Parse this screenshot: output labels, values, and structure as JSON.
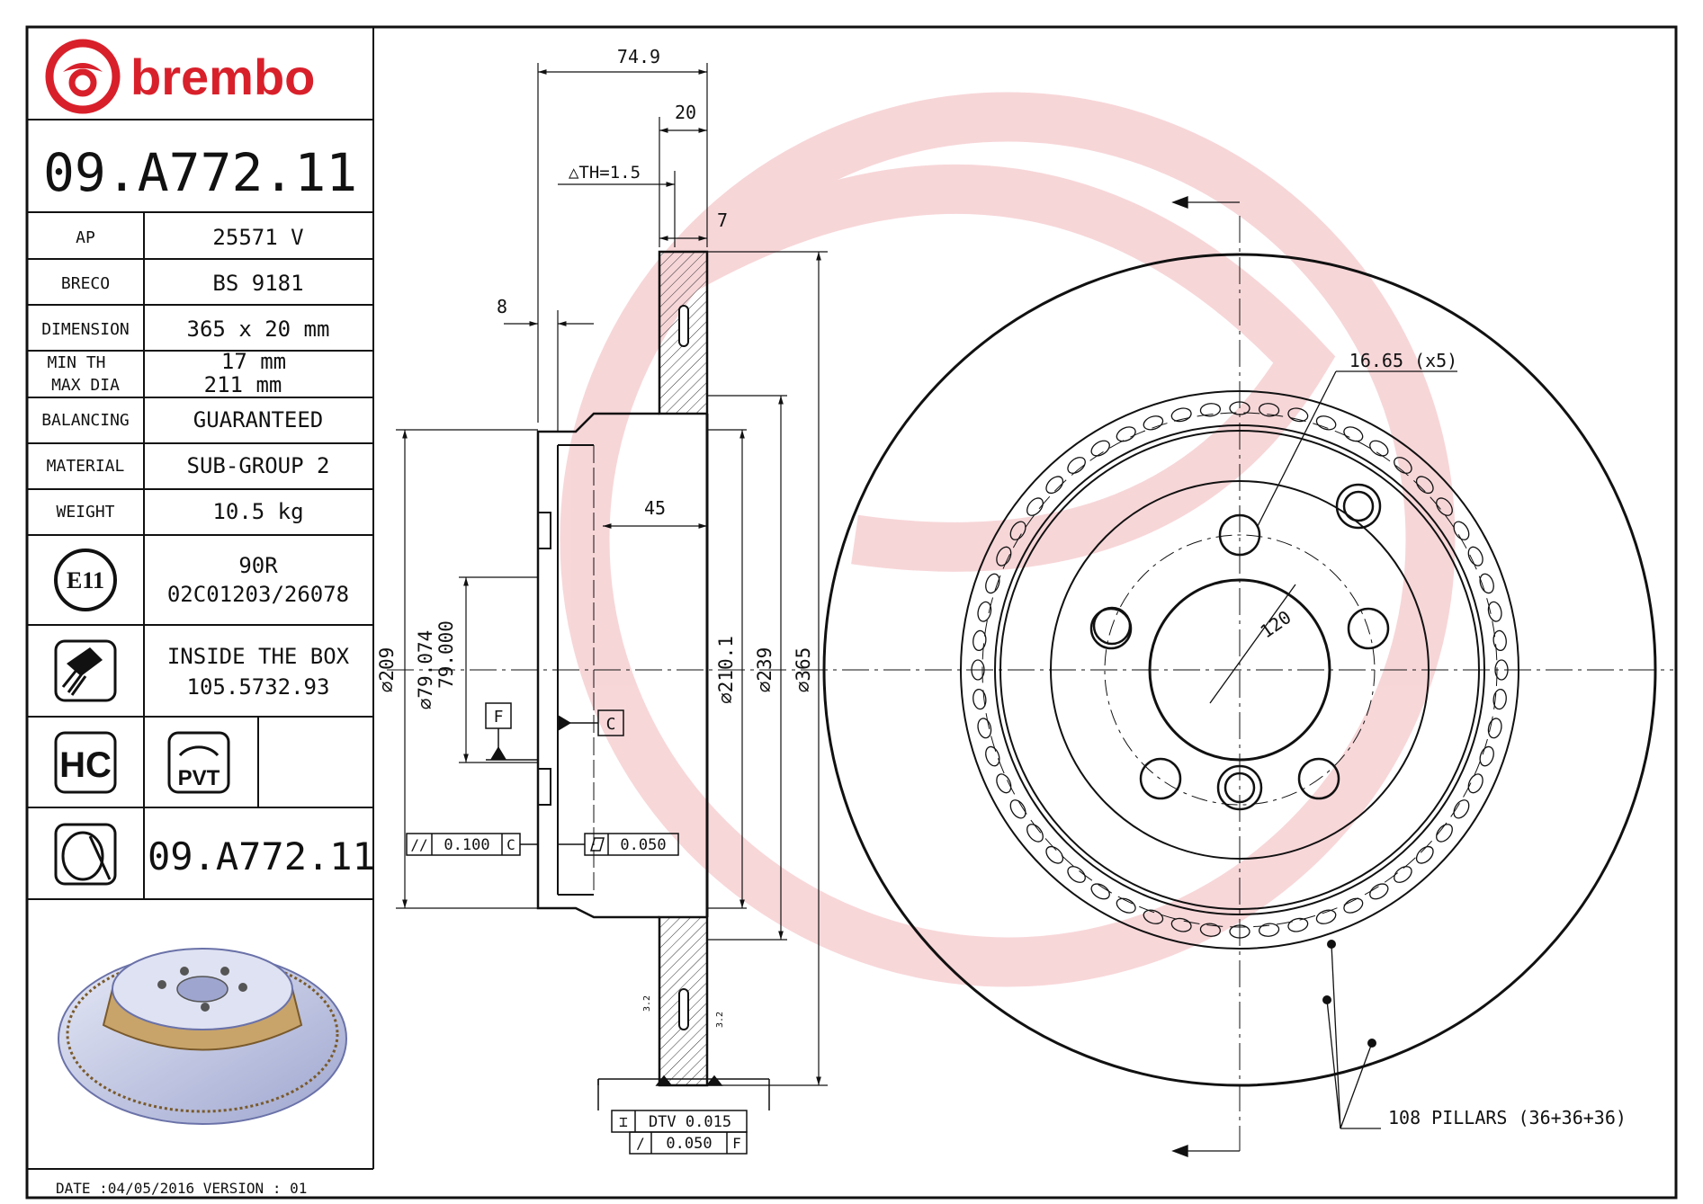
{
  "brand": {
    "name": "brembo",
    "color": "#d8202b"
  },
  "part_number": "09.A772.11",
  "spec_rows": [
    {
      "label": "AP",
      "value": "25571 V"
    },
    {
      "label": "BRECO",
      "value": "BS 9181"
    },
    {
      "label": "DIMENSION",
      "value": "365 x 20 mm"
    },
    {
      "label": "MIN TH",
      "label2": "MAX DIA",
      "value": "17 mm",
      "value2": "211 mm"
    },
    {
      "label": "BALANCING",
      "value": "GUARANTEED"
    },
    {
      "label": "MATERIAL",
      "value": "SUB-GROUP 2"
    },
    {
      "label": "WEIGHT",
      "value": "10.5 kg"
    }
  ],
  "approval": {
    "mark": "E11",
    "line1": "90R",
    "line2": "02C01203/26078"
  },
  "box": {
    "line1": "INSIDE THE BOX",
    "line2": "105.5732.93",
    "icon": "screw-icon"
  },
  "badges": {
    "hc": "HC",
    "pvt": "PVT"
  },
  "footer_part_number": "09.A772.11",
  "date_line": "DATE :04/05/2016 VERSION : 01",
  "dimensions": {
    "overall_width": "74.9",
    "thickness": "20",
    "th_tolerance": "△TH=1.5",
    "vent_offset": "7",
    "flange": "8",
    "hat_depth": "45",
    "dia_209": "⌀209",
    "dia_79_max": "⌀79.074",
    "dia_79_min": "79.000",
    "dia_210": "⌀210.1",
    "dia_239": "⌀239",
    "dia_365": "⌀365",
    "bolt_holes": "16.65 (x5)",
    "pcd": "120",
    "datum_f": "F",
    "datum_c": "C",
    "parallelism_sym": "//",
    "parallelism_val": "0.100",
    "parallelism_ref": "C",
    "flatness_val": "0.050",
    "dtv_sym": "⌶",
    "dtv": "DTV 0.015",
    "runout_sym": "/",
    "runout_val": "0.050",
    "runout_ref": "F",
    "roughness_a": "3.2",
    "roughness_b": "3.2",
    "pillars": "108 PILLARS (36+36+36)"
  }
}
